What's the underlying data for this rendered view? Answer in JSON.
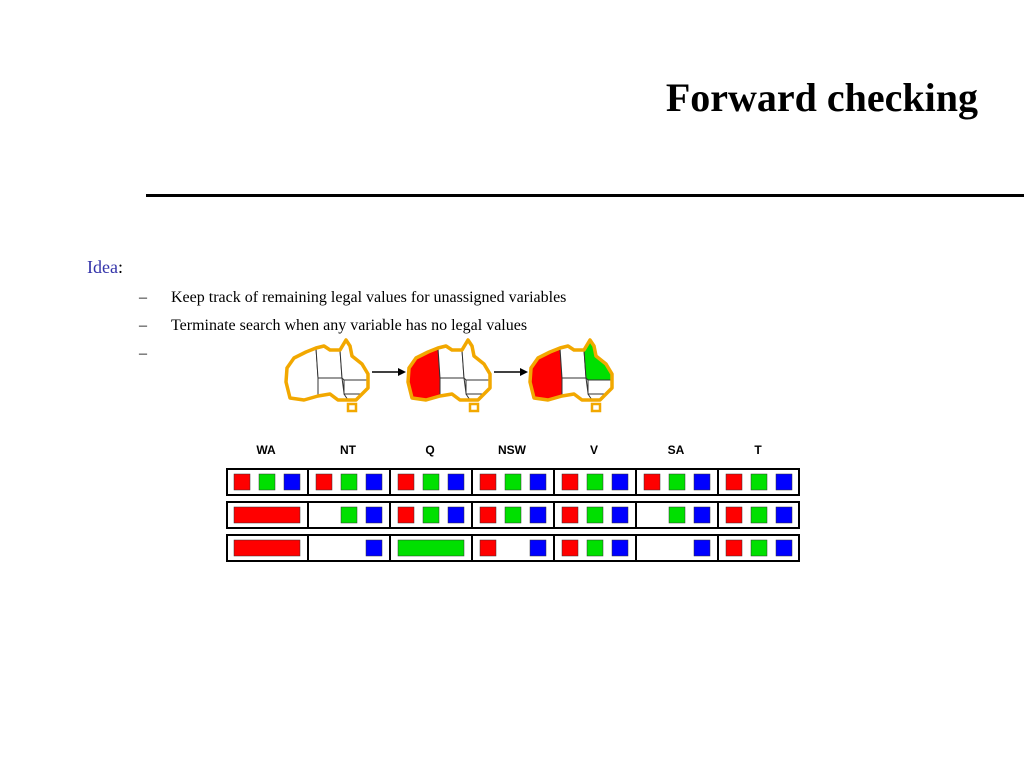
{
  "slide": {
    "title": "Forward checking",
    "idea_keyword": "Idea",
    "idea_colon": ":",
    "bullets": [
      "Keep track of remaining legal values for unassigned variables",
      "Terminate search when any variable has no legal values",
      ""
    ],
    "dash": "–"
  },
  "colors": {
    "red": "#ff0000",
    "green": "#00e000",
    "blue": "#0000ff",
    "map_outline": "#f2a800",
    "idea_keyword": "#3333aa"
  },
  "columns": [
    "WA",
    "NT",
    "Q",
    "NSW",
    "V",
    "SA",
    "T"
  ],
  "domain_rows": [
    [
      [
        "red",
        "green",
        "blue"
      ],
      [
        "red",
        "green",
        "blue"
      ],
      [
        "red",
        "green",
        "blue"
      ],
      [
        "red",
        "green",
        "blue"
      ],
      [
        "red",
        "green",
        "blue"
      ],
      [
        "red",
        "green",
        "blue"
      ],
      [
        "red",
        "green",
        "blue"
      ]
    ],
    [
      [
        "red"
      ],
      [
        "green",
        "blue"
      ],
      [
        "red",
        "green",
        "blue"
      ],
      [
        "red",
        "green",
        "blue"
      ],
      [
        "red",
        "green",
        "blue"
      ],
      [
        "green",
        "blue"
      ],
      [
        "red",
        "green",
        "blue"
      ]
    ],
    [
      [
        "red"
      ],
      [
        "blue"
      ],
      [
        "green"
      ],
      [
        "red",
        "blue"
      ],
      [
        "red",
        "green",
        "blue"
      ],
      [
        "blue"
      ],
      [
        "red",
        "green",
        "blue"
      ]
    ]
  ],
  "map_steps": [
    {
      "WA": "white",
      "NT": "white",
      "Q": "white",
      "NSW": "white",
      "V": "white",
      "SA": "white"
    },
    {
      "WA": "red",
      "NT": "white",
      "Q": "white",
      "NSW": "white",
      "V": "white",
      "SA": "white"
    },
    {
      "WA": "red",
      "NT": "white",
      "Q": "green",
      "NSW": "white",
      "V": "white",
      "SA": "white"
    }
  ]
}
